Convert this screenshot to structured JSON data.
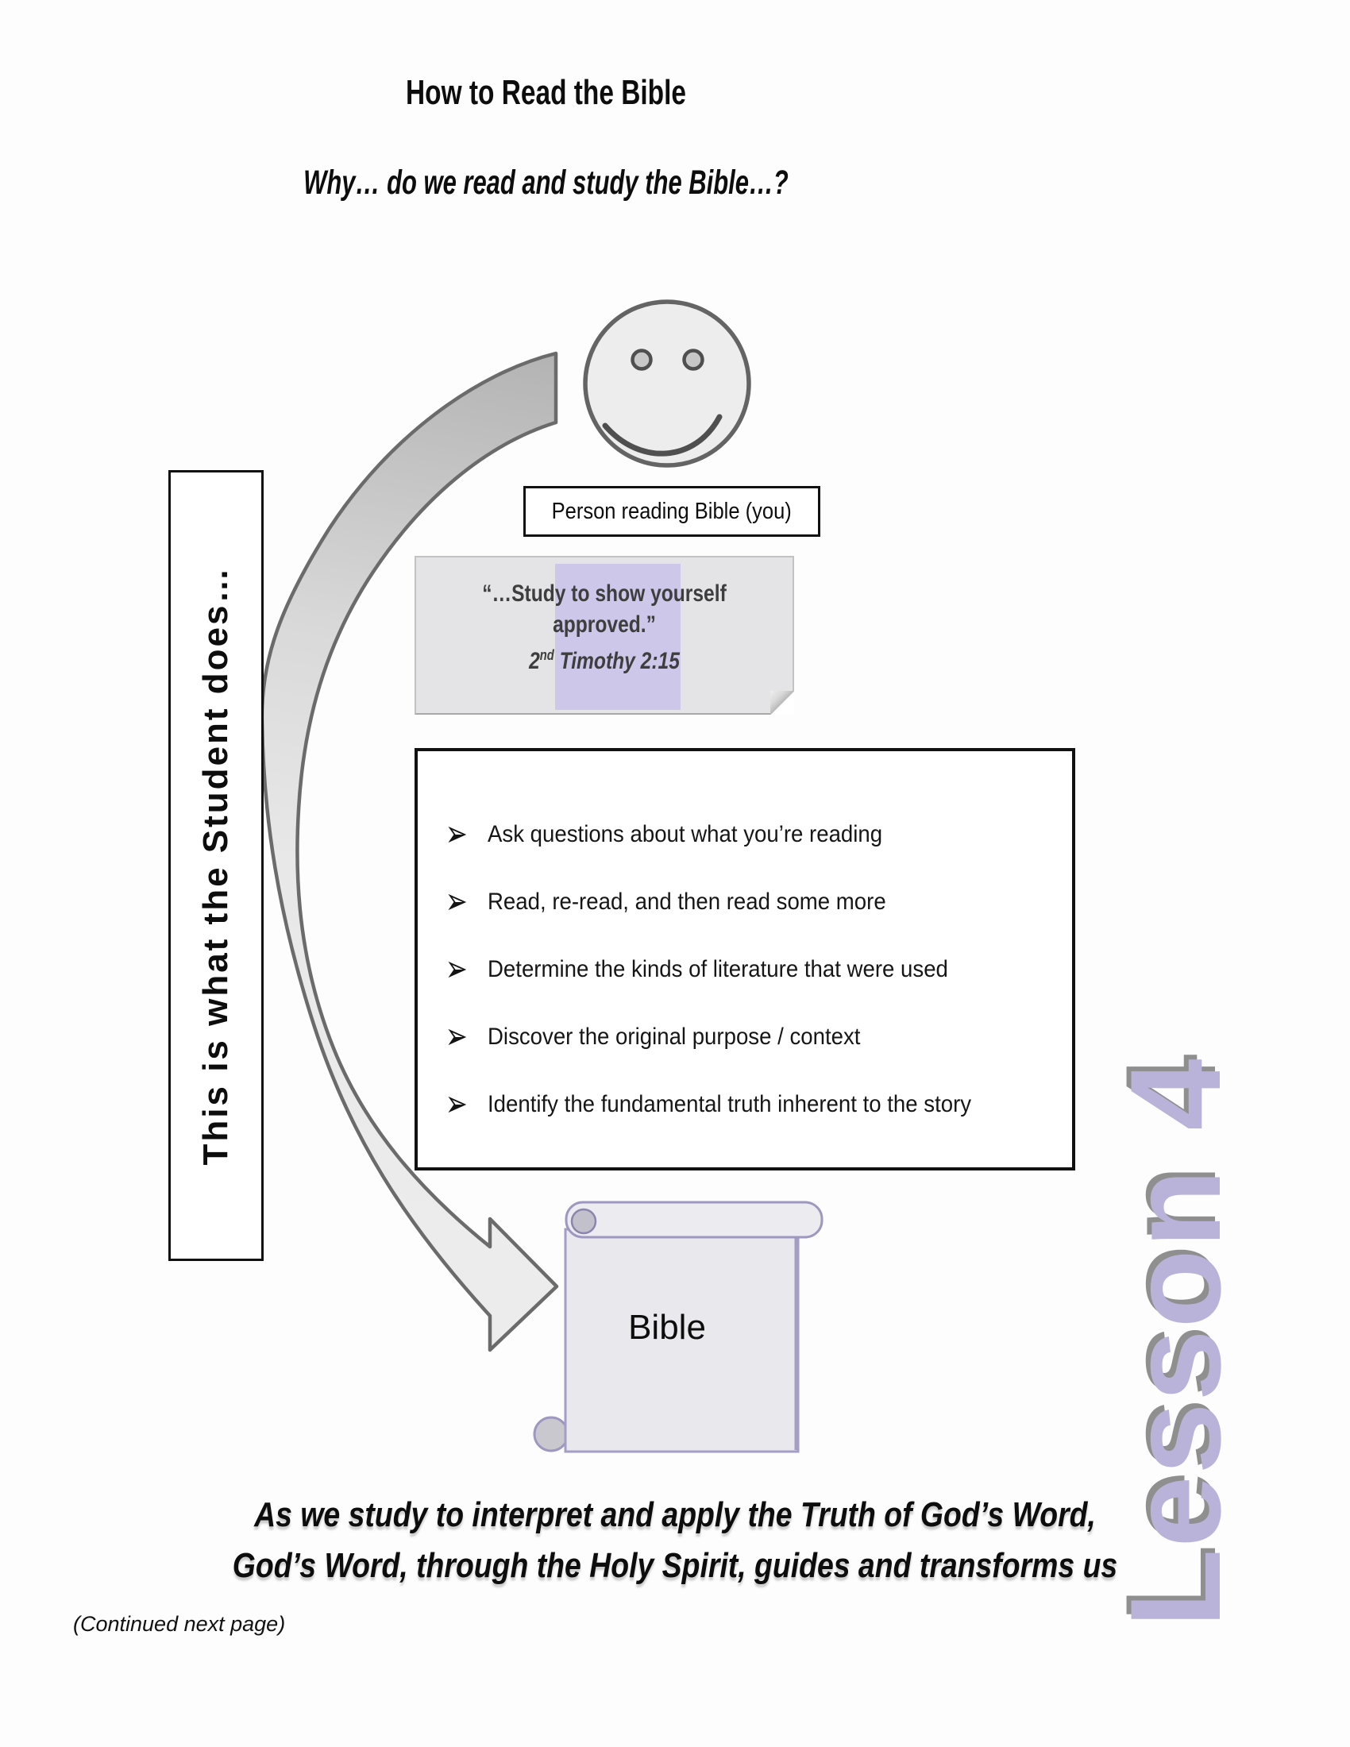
{
  "page": {
    "title": "How to Read the Bible",
    "subtitle": "Why… do we read and study the Bible…?",
    "footer_note": "(Continued next page)"
  },
  "student_banner": {
    "label": "This is what the Student does…"
  },
  "person_label": {
    "text": "Person reading Bible (you)"
  },
  "scripture_quote": {
    "line1": "“…Study to show yourself",
    "line2": "approved.”",
    "reference_number": "2",
    "reference_ordinal": "nd",
    "reference_rest": " Timothy 2:15"
  },
  "checklist": {
    "items": [
      "Ask questions about what you’re reading",
      "Read, re-read, and then read some more",
      "Determine the kinds of literature that were used",
      "Discover the original purpose / context",
      "Identify the fundamental truth inherent to the story"
    ]
  },
  "bible_scroll": {
    "label": "Bible"
  },
  "closing_statement": {
    "line1": "As we study to interpret and apply the Truth of God’s Word,",
    "line2": "God’s Word, through the Holy Spirit, guides and transforms us"
  },
  "lesson_badge": {
    "text": "Lesson 4"
  },
  "colors": {
    "accent_lavender": "#b9b3d9",
    "highlight_lavender": "#cdc8ea",
    "shadow_gray": "#8f8f8f",
    "shape_light_gray": "#e9e9e9",
    "shape_mid_gray": "#b3b3b3",
    "outline_gray": "#6b6b6b",
    "scroll_purple": "#a49dc6"
  }
}
